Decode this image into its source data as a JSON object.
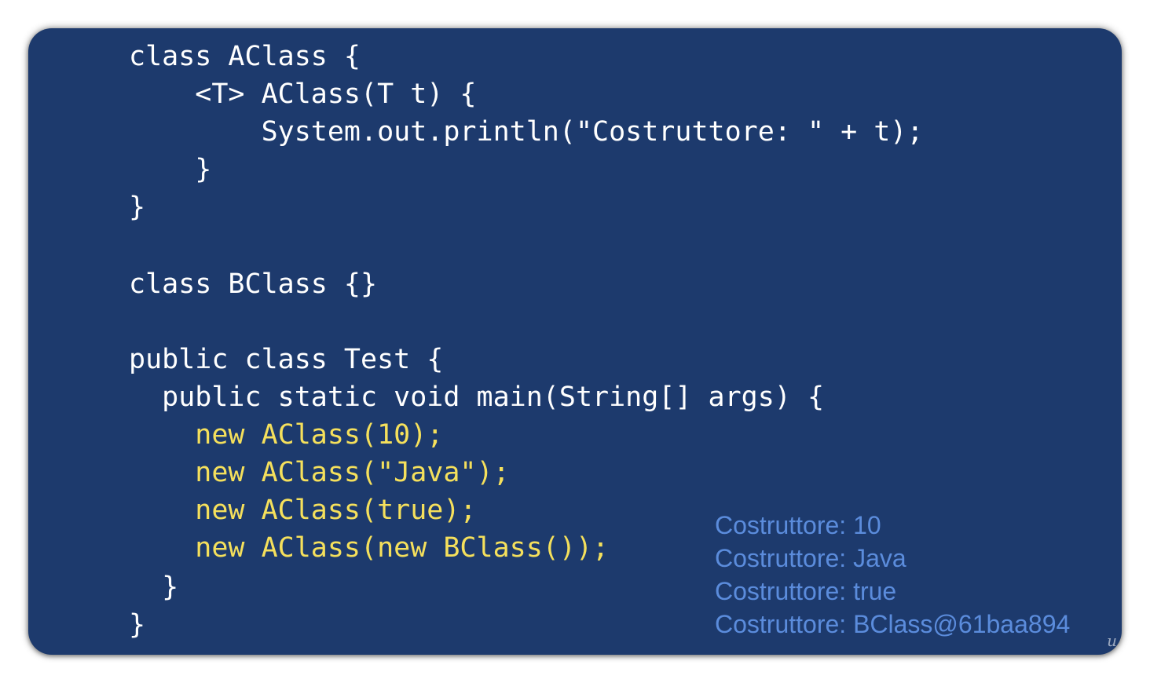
{
  "code_lines": [
    "class AClass {",
    "    <T> AClass(T t) {",
    "        System.out.println(\"Costruttore: \" + t);",
    "    }",
    "}",
    "class BClass {}",
    "public class Test {",
    "  public static void main(String[] args) {",
    "    new AClass(10);",
    "    new AClass(\"Java\");",
    "    new AClass(true);",
    "    new AClass(new BClass());",
    "  }",
    "}"
  ],
  "output_lines": [
    "Costruttore: 10",
    "Costruttore: Java",
    "Costruttore: true",
    "Costruttore: BClass@61baa894"
  ],
  "watermark": "u",
  "colors": {
    "background": "#1d3a6d",
    "code_text": "#ffffff",
    "highlight": "#f5e05c",
    "output_text": "#5b8cdc"
  }
}
